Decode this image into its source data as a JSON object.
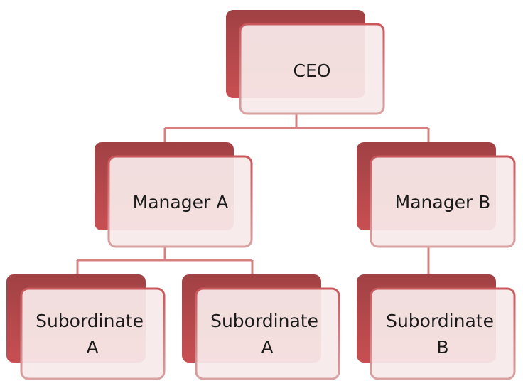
{
  "colors": {
    "shadow_top": "#a04144",
    "shadow_bottom": "#c84f52",
    "frame_top": "#c8585c",
    "frame_bottom": "#d8a1a2",
    "fill": "#f7eaea",
    "connector": "#d88080",
    "text": "#1a1a1a"
  },
  "nodes": {
    "ceo": {
      "lines": [
        "CEO"
      ]
    },
    "manager_a": {
      "lines": [
        "Manager A"
      ]
    },
    "manager_b": {
      "lines": [
        "Manager B"
      ]
    },
    "subordinate_a_1": {
      "lines": [
        "Subordinate",
        "A"
      ]
    },
    "subordinate_a_2": {
      "lines": [
        "Subordinate",
        "A"
      ]
    },
    "subordinate_b": {
      "lines": [
        "Subordinate",
        "B"
      ]
    }
  }
}
